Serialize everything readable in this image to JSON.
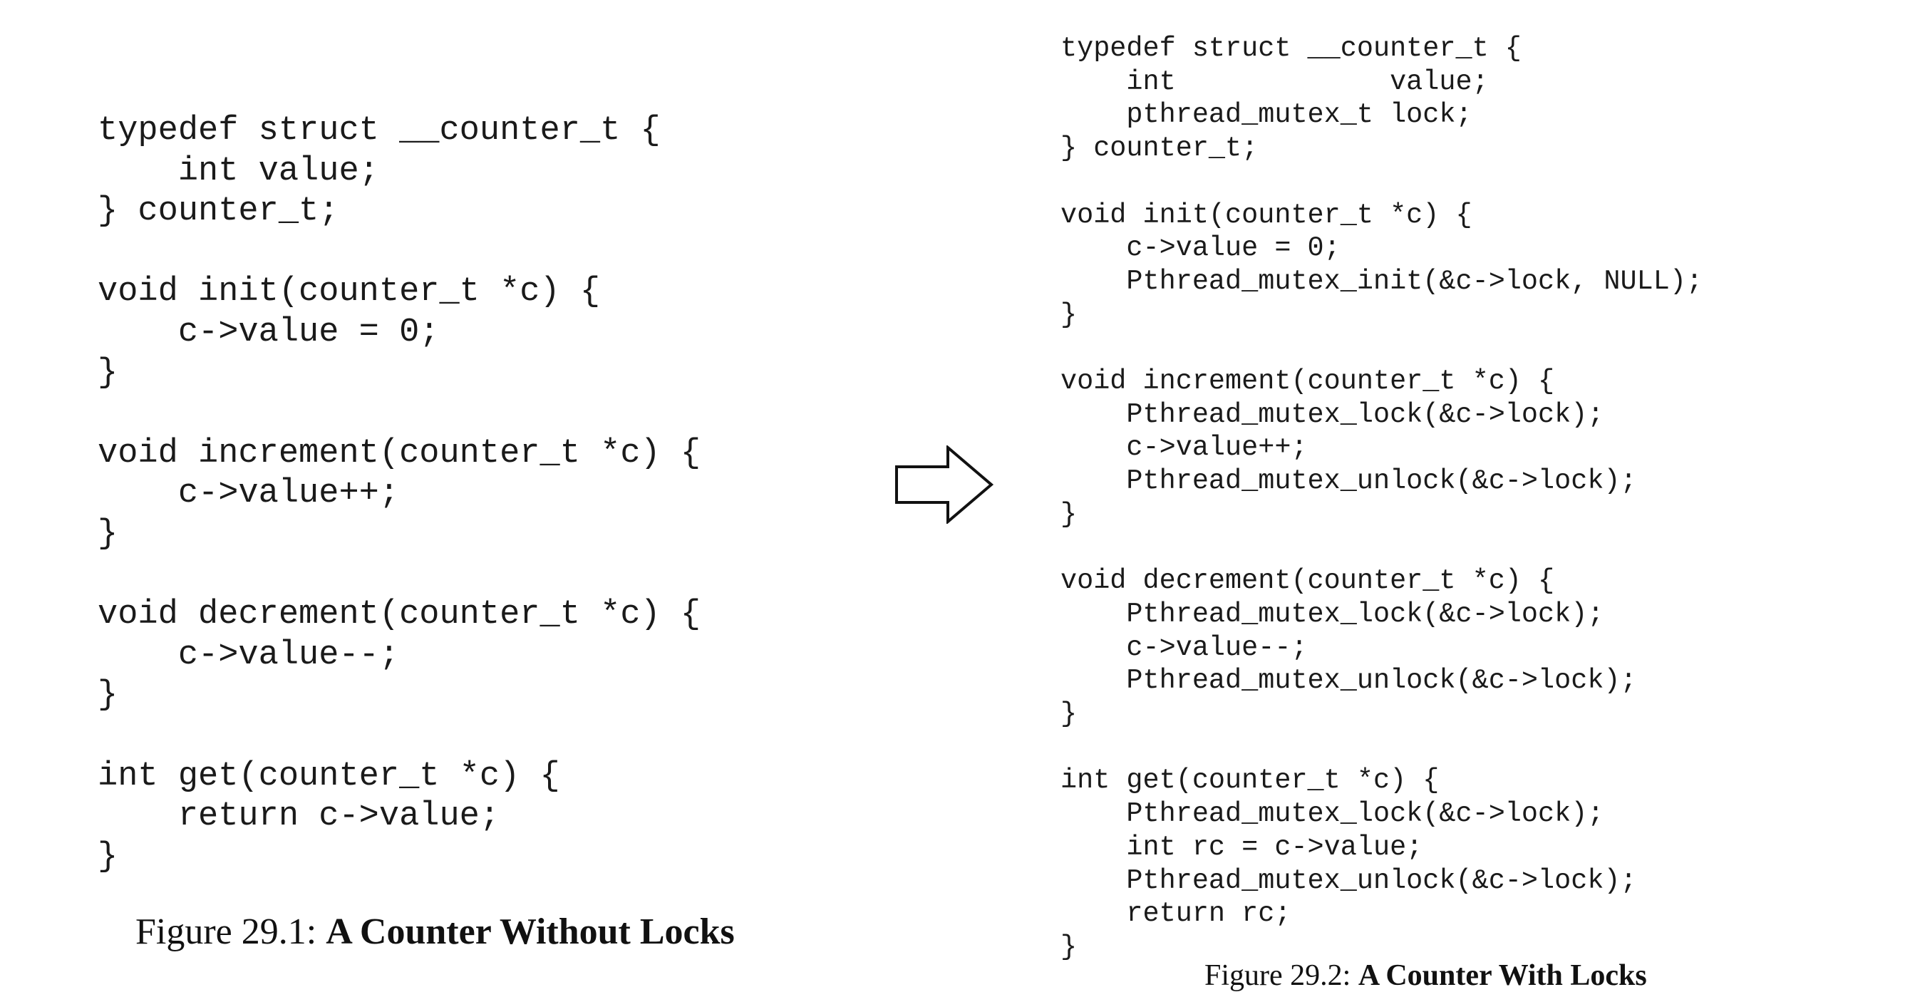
{
  "figure_left": {
    "code_lines": [
      "typedef struct __counter_t {",
      "    int value;",
      "} counter_t;",
      "",
      "void init(counter_t *c) {",
      "    c->value = 0;",
      "}",
      "",
      "void increment(counter_t *c) {",
      "    c->value++;",
      "}",
      "",
      "void decrement(counter_t *c) {",
      "    c->value--;",
      "}",
      "",
      "int get(counter_t *c) {",
      "    return c->value;",
      "}"
    ],
    "caption_label": "Figure 29.1: ",
    "caption_title": "A Counter Without Locks"
  },
  "figure_right": {
    "code_lines": [
      "typedef struct __counter_t {",
      "    int             value;",
      "    pthread_mutex_t lock;",
      "} counter_t;",
      "",
      "void init(counter_t *c) {",
      "    c->value = 0;",
      "    Pthread_mutex_init(&c->lock, NULL);",
      "}",
      "",
      "void increment(counter_t *c) {",
      "    Pthread_mutex_lock(&c->lock);",
      "    c->value++;",
      "    Pthread_mutex_unlock(&c->lock);",
      "}",
      "",
      "void decrement(counter_t *c) {",
      "    Pthread_mutex_lock(&c->lock);",
      "    c->value--;",
      "    Pthread_mutex_unlock(&c->lock);",
      "}",
      "",
      "int get(counter_t *c) {",
      "    Pthread_mutex_lock(&c->lock);",
      "    int rc = c->value;",
      "    Pthread_mutex_unlock(&c->lock);",
      "    return rc;",
      "}"
    ],
    "caption_label": "Figure 29.2: ",
    "caption_title": "A Counter With Locks"
  },
  "arrow": {
    "icon": "right-arrow-icon",
    "stroke_color": "#111111",
    "fill_color": "#ffffff"
  }
}
